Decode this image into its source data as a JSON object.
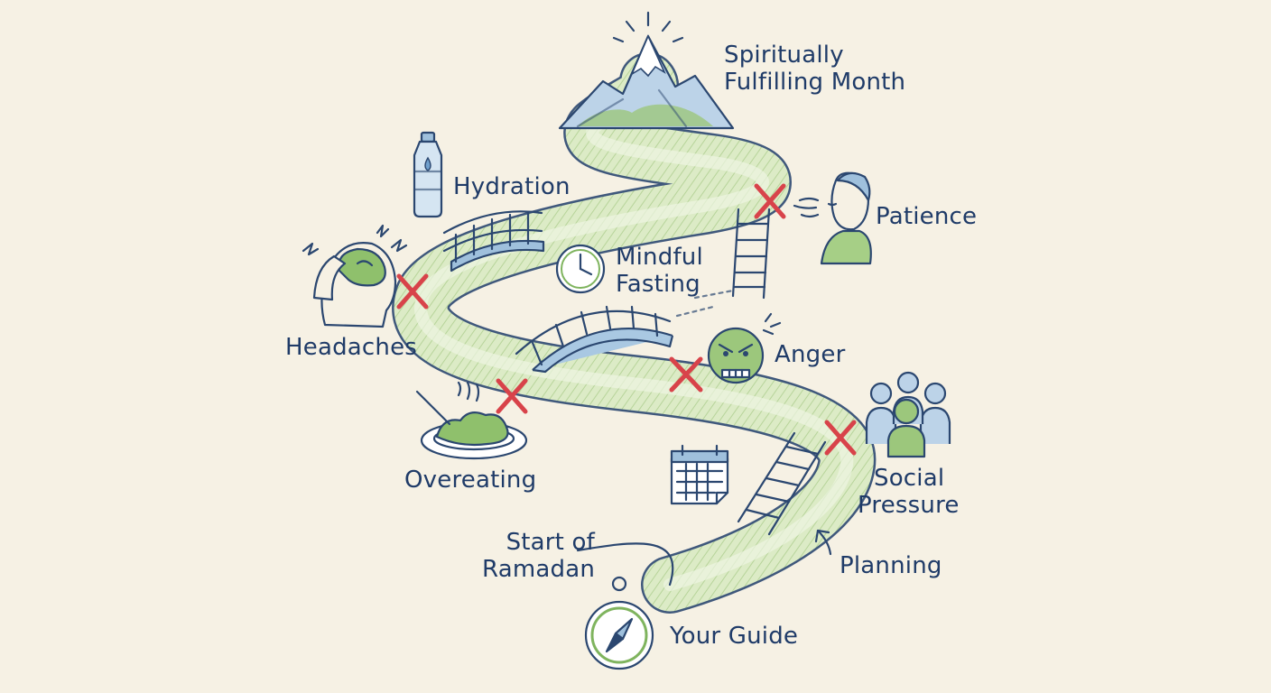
{
  "labels": {
    "goal": "Spiritually Fulfilling Month",
    "goal_line1": "Spiritually",
    "goal_line2": "Fulfilling Month",
    "hydration": "Hydration",
    "patience": "Patience",
    "headaches": "Headaches",
    "mindful_fasting_line1": "Mindful",
    "mindful_fasting_line2": "Fasting",
    "anger": "Anger",
    "overeating": "Overeating",
    "social_pressure_line1": "Social",
    "social_pressure_line2": "Pressure",
    "start_line1": "Start of",
    "start_line2": "Ramadan",
    "planning": "Planning",
    "your_guide": "Your Guide"
  },
  "colors": {
    "background": "#f6f1e4",
    "ink": "#2b4770",
    "label_text": "#1f3b68",
    "path_green": "#cfe3b4",
    "accent_green": "#7fb45e",
    "accent_blue": "#9fc0dc",
    "obstacle_red": "#d8434a"
  },
  "icons": [
    "mountain-icon",
    "water-bottle-icon",
    "bridge-icon",
    "clock-icon",
    "ladder-icon",
    "person-breathing-icon",
    "headache-head-icon",
    "angry-face-icon",
    "plate-food-icon",
    "crowd-icon",
    "calendar-icon",
    "compass-icon",
    "cross-mark-icon"
  ]
}
